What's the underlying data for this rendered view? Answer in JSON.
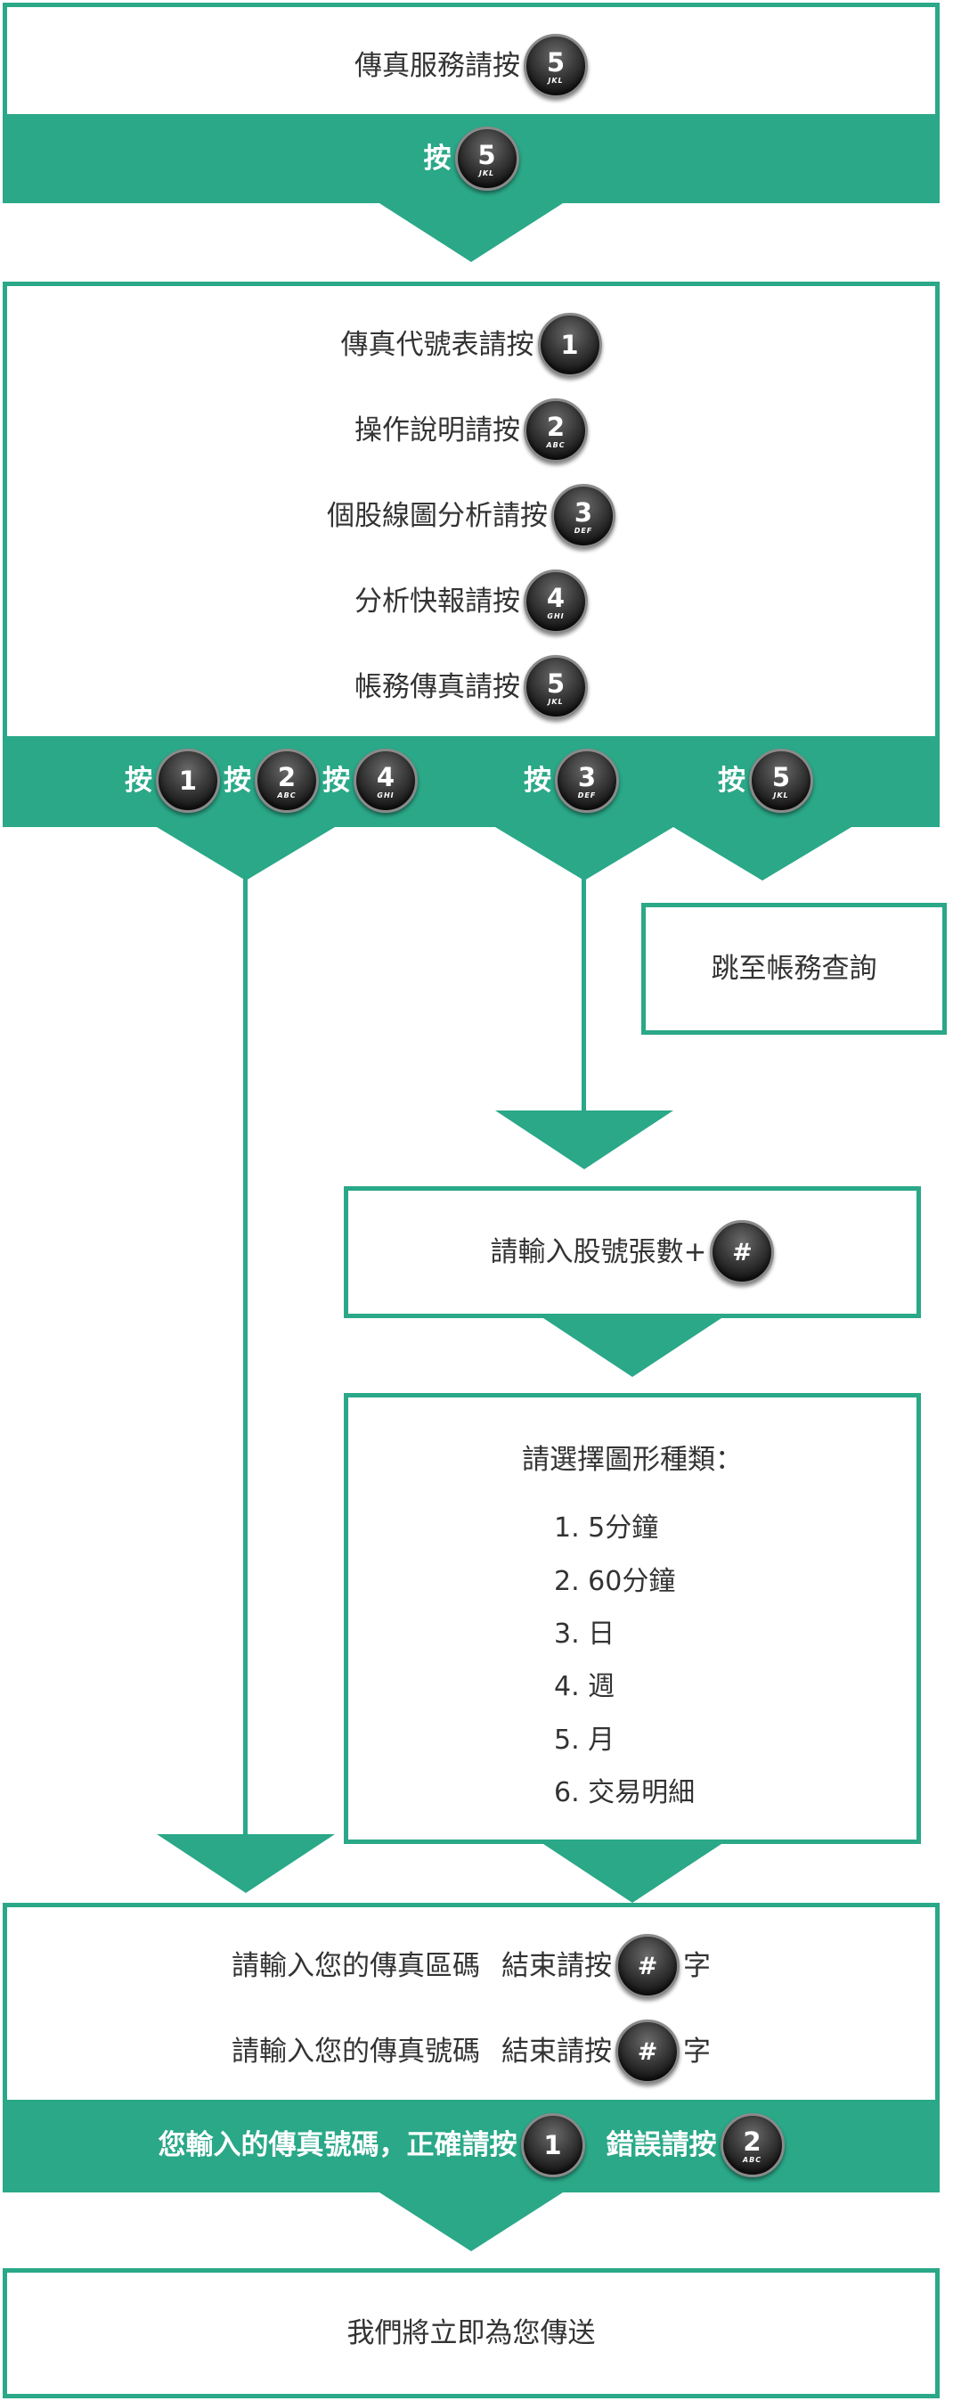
{
  "colors": {
    "accent": "#2aa888",
    "text": "#333333",
    "key_face": "#222222"
  },
  "key_labels": {
    "2": "ABC",
    "3": "DEF",
    "4": "GHI",
    "5": "JKL"
  },
  "step1": {
    "prompt": "傳真服務請按",
    "prompt_key": "5",
    "band_prefix": "按",
    "band_key": "5"
  },
  "step2": {
    "menu": [
      {
        "label": "傳真代號表請按",
        "key": "1"
      },
      {
        "label": "操作說明請按",
        "key": "2"
      },
      {
        "label": "個股線圖分析請按",
        "key": "3"
      },
      {
        "label": "分析快報請按",
        "key": "4"
      },
      {
        "label": "帳務傳真請按",
        "key": "5"
      }
    ],
    "band_prefix": "按",
    "band_keys_group": [
      "1",
      "2",
      "4"
    ],
    "band_key_middle": "3",
    "band_key_right": "5"
  },
  "jump_box": {
    "label": "跳至帳務查詢"
  },
  "stock_input": {
    "label": "請輸入股號張數+",
    "key": "#"
  },
  "chart_type": {
    "title": "請選擇圖形種類：",
    "options": [
      "1. 5分鐘",
      "2. 60分鐘",
      "3. 日",
      "4. 週",
      "5. 月",
      "6. 交易明細"
    ]
  },
  "fax_input": {
    "area_label": "請輸入您的傳真區碼",
    "number_label": "請輸入您的傳真號碼",
    "end_label": "結束請按",
    "end_key": "#",
    "suffix": "字",
    "confirm_label": "您輸入的傳真號碼，正確請按",
    "confirm_key": "1",
    "error_label": "錯誤請按",
    "error_key": "2"
  },
  "final": {
    "label": "我們將立即為您傳送"
  }
}
